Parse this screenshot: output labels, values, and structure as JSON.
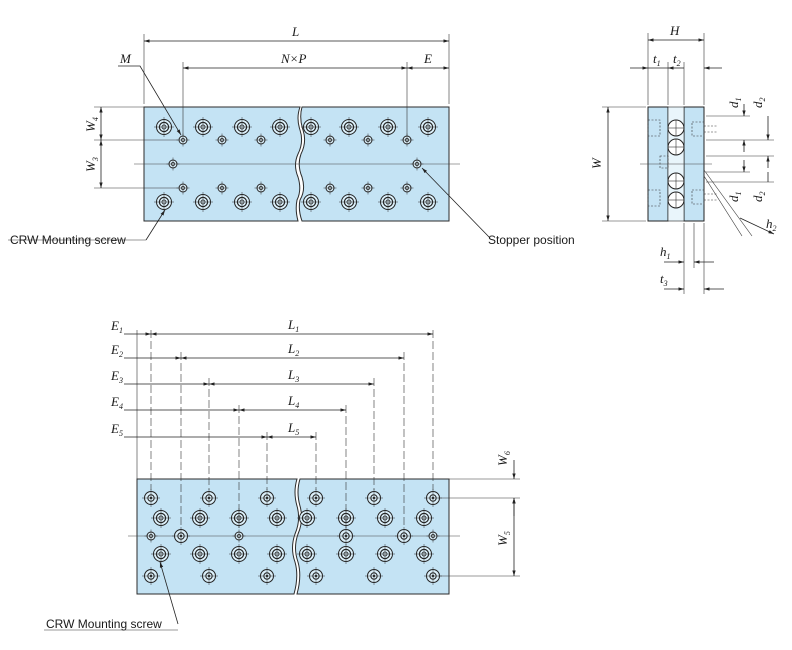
{
  "top_view": {
    "dims": {
      "L": "L",
      "M": "M",
      "NxP": "N×P",
      "E": "E",
      "W4": "W",
      "W4_sub": "4",
      "W3": "W",
      "W3_sub": "3"
    },
    "callouts": {
      "mounting_screw": "CRW Mounting screw",
      "stopper": "Stopper position"
    }
  },
  "side_view": {
    "dims": {
      "H": "H",
      "t1": "t",
      "t1_sub": "1",
      "t2": "t",
      "t2_sub": "2",
      "W": "W",
      "d1_top": "d",
      "d1_top_sub": "1",
      "d2_top": "d",
      "d2_top_sub": "2",
      "d1_bot": "d",
      "d1_bot_sub": "1",
      "d2_bot": "d",
      "d2_bot_sub": "2",
      "h1": "h",
      "h1_sub": "1",
      "h2": "h",
      "h2_sub": "2",
      "t3": "t",
      "t3_sub": "3"
    }
  },
  "bottom_view": {
    "dims": {
      "E1": "E",
      "E1_sub": "1",
      "E2": "E",
      "E2_sub": "2",
      "E3": "E",
      "E3_sub": "3",
      "E4": "E",
      "E4_sub": "4",
      "E5": "E",
      "E5_sub": "5",
      "L1": "L",
      "L1_sub": "1",
      "L2": "L",
      "L2_sub": "2",
      "L3": "L",
      "L3_sub": "3",
      "L4": "L",
      "L4_sub": "4",
      "L5": "L",
      "L5_sub": "5",
      "W6": "W",
      "W6_sub": "6",
      "W5": "W",
      "W5_sub": "5"
    },
    "callouts": {
      "mounting_screw": "CRW Mounting screw"
    }
  },
  "colors": {
    "plate_fill": "#c4e3f4",
    "line": "#222222"
  }
}
